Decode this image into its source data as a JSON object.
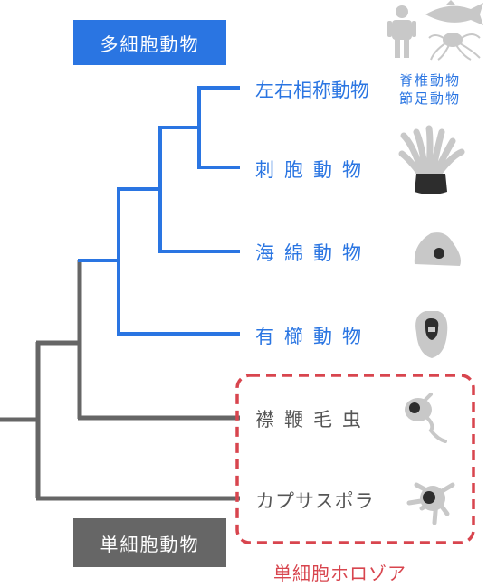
{
  "badges": {
    "multicellular": "多細胞動物",
    "unicellular": "単細胞動物"
  },
  "taxa": {
    "bilateria": "左右相称動物",
    "cnidaria": "刺胞動物",
    "porifera": "海綿動物",
    "ctenophora": "有櫛動物",
    "choanoflagellata": "襟鞭毛虫",
    "capsaspora": "カプサスポラ"
  },
  "bilateria_examples": {
    "line1": "脊椎動物",
    "line2": "節足動物"
  },
  "holozoa_label": "単細胞ホロゾア",
  "colors": {
    "animal_branch": "#2a75e2",
    "outgroup_branch": "#666666",
    "holozoa_box": "#d8454e",
    "icon_fill": "#c8c8c8"
  }
}
